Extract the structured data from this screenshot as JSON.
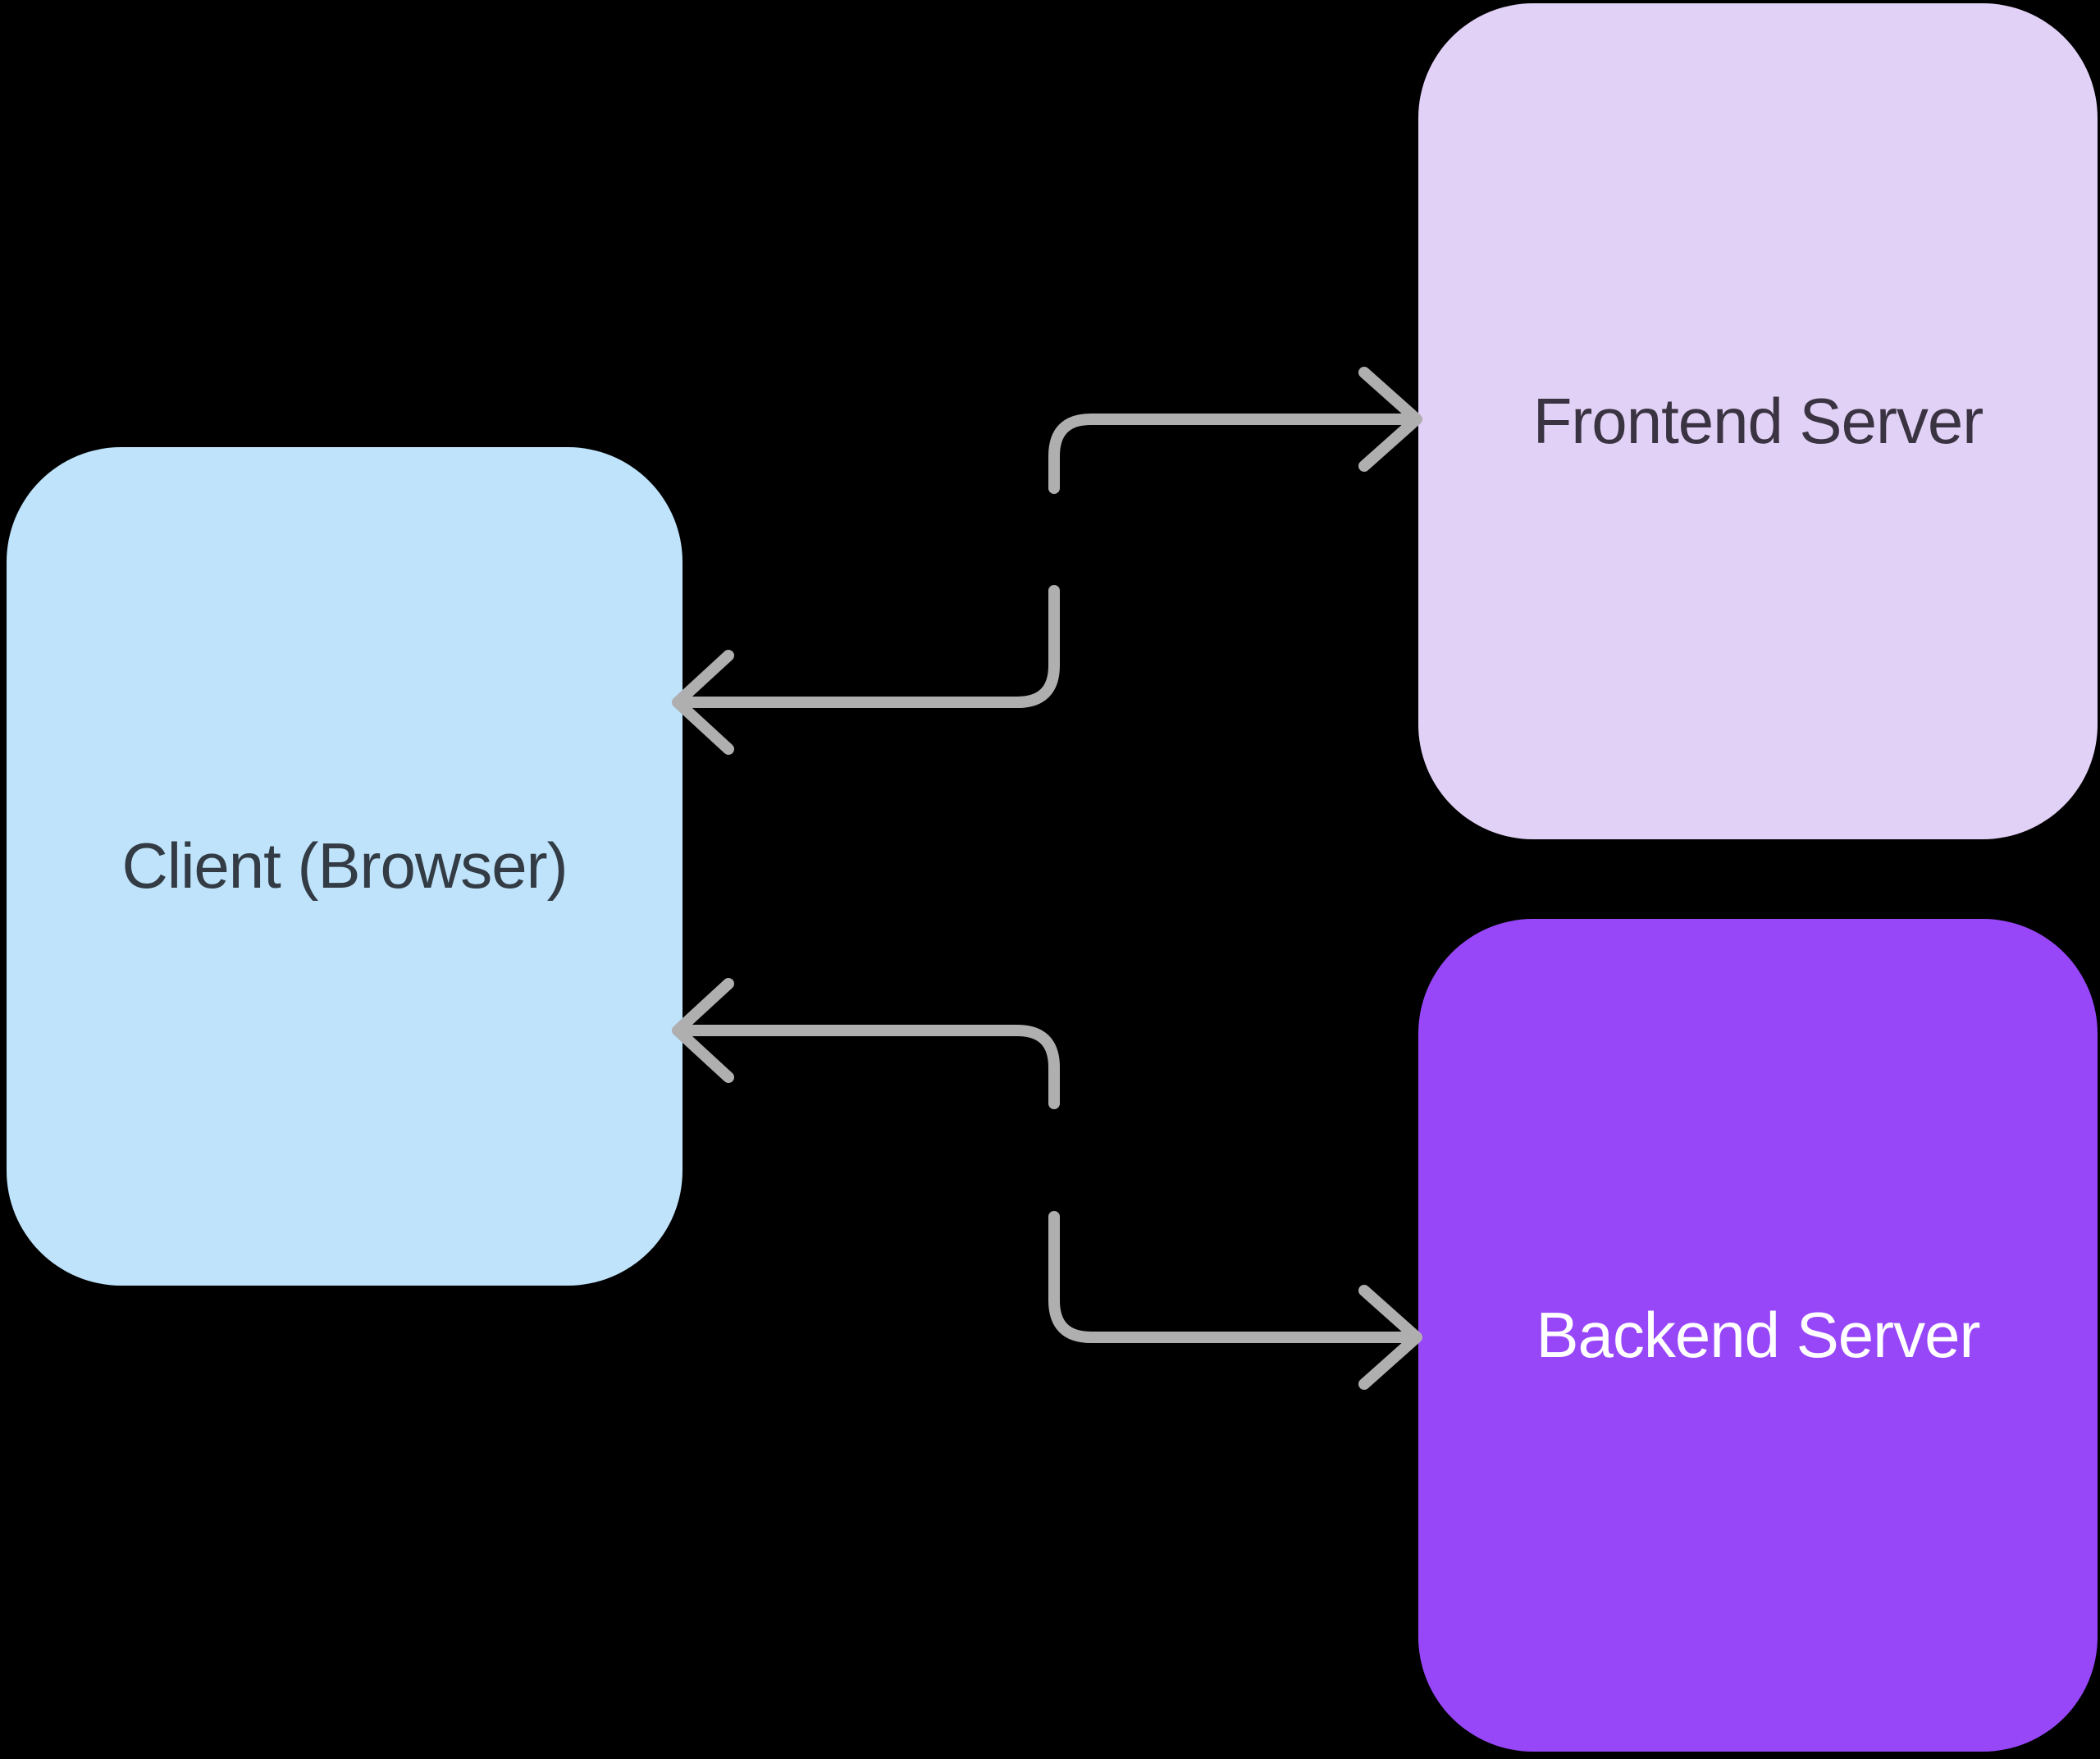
{
  "diagram": {
    "background": "#000000",
    "connector_color": "#AFAFAF",
    "nodes": [
      {
        "id": "client",
        "label": "Client (Browser)",
        "fill": "#BEE3FA",
        "text_color": "#333B44"
      },
      {
        "id": "frontend",
        "label": "Frontend Server",
        "fill": "#E2D1F6",
        "text_color": "#3A3442"
      },
      {
        "id": "backend",
        "label": "Backend Server",
        "fill": "#9747F8",
        "text_color": "#FFFFFF"
      }
    ],
    "connectors": [
      {
        "id": "client-to-frontend",
        "from": "client",
        "to": "frontend",
        "direction": "right"
      },
      {
        "id": "frontend-to-client",
        "from": "frontend",
        "to": "client",
        "direction": "left"
      },
      {
        "id": "backend-to-client",
        "from": "backend",
        "to": "client",
        "direction": "left"
      },
      {
        "id": "client-to-backend",
        "from": "client",
        "to": "backend",
        "direction": "right"
      }
    ]
  }
}
